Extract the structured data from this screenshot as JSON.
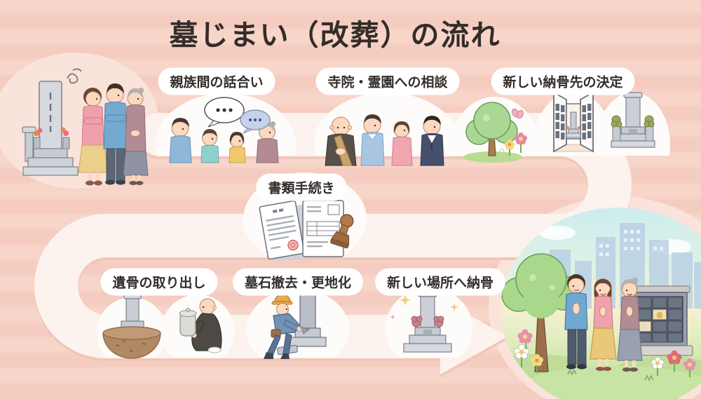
{
  "title": "墓じまい（改葬）の流れ",
  "steps": [
    {
      "label": "親族間の話合い",
      "icon": "family-discussion-icon"
    },
    {
      "label": "寺院・霊園への相談",
      "icon": "temple-consultation-icon"
    },
    {
      "label": "新しい納骨先の決定",
      "icon": "new-site-options-icon"
    },
    {
      "label": "書類手続き",
      "icon": "paperwork-icon"
    },
    {
      "label": "遺骨の取り出し",
      "icon": "remains-removal-icon"
    },
    {
      "label": "墓石撤去・更地化",
      "icon": "gravestone-removal-icon"
    },
    {
      "label": "新しい場所へ納骨",
      "icon": "new-interment-icon"
    }
  ],
  "scenes": {
    "start": "family-visiting-old-grave",
    "end": "family-praying-at-new-columbarium"
  },
  "colors": {
    "background": "#f8d5c9",
    "background_stripe": "#f5ccc0",
    "blob": "#fae3da",
    "band": "#fdf3ee",
    "band_shadow": "#f0c6b9",
    "cloud": "#fefcfa",
    "pill": "#ffffff",
    "text": "#332d2a"
  }
}
